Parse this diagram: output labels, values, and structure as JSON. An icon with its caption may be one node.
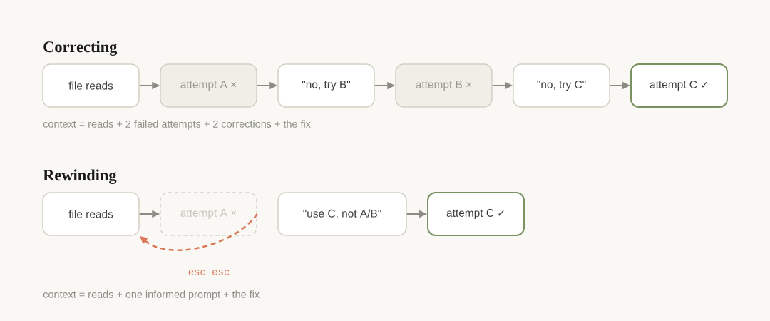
{
  "diagram": {
    "nodes": [
      {
        "text": [
          "file reads"
        ]
      },
      {
        "text": [
          "attempt A ×"
        ]
      },
      {
        "text": [
          "\"no, try B\""
        ]
      },
      {
        "text": [
          "attempt B ×"
        ]
      },
      {
        "text": [
          "\"no, try C\""
        ]
      },
      {
        "text": [
          "attempt C ✓"
        ]
      },
      {
        "text": [
          "file reads"
        ]
      },
      {
        "text": [
          "attempt A ×"
        ]
      },
      {
        "text": [
          "\"use C, not A/B\""
        ]
      },
      {
        "text": [
          "attempt C ✓"
        ]
      }
    ],
    "edges": [
      {
        "from": 0,
        "to": 1,
        "arrow": "to"
      },
      {
        "from": 1,
        "to": 2,
        "arrow": "to"
      },
      {
        "from": 2,
        "to": 3,
        "arrow": "to"
      },
      {
        "from": 3,
        "to": 4,
        "arrow": "to"
      },
      {
        "from": 4,
        "to": 5,
        "arrow": "to"
      },
      {
        "from": 6,
        "to": 7,
        "arrow": "to"
      },
      {
        "from": 7,
        "to": 6,
        "arrow": "to",
        "label": "esc esc",
        "style": "dashed",
        "color": "#d97757"
      },
      {
        "from": 8,
        "to": 9,
        "arrow": "to"
      }
    ],
    "labels": [
      "Correcting",
      "context = reads + 2 failed attempts + 2 corrections + the fix",
      "Rewinding",
      "context = reads + one informed prompt + the fix"
    ]
  }
}
